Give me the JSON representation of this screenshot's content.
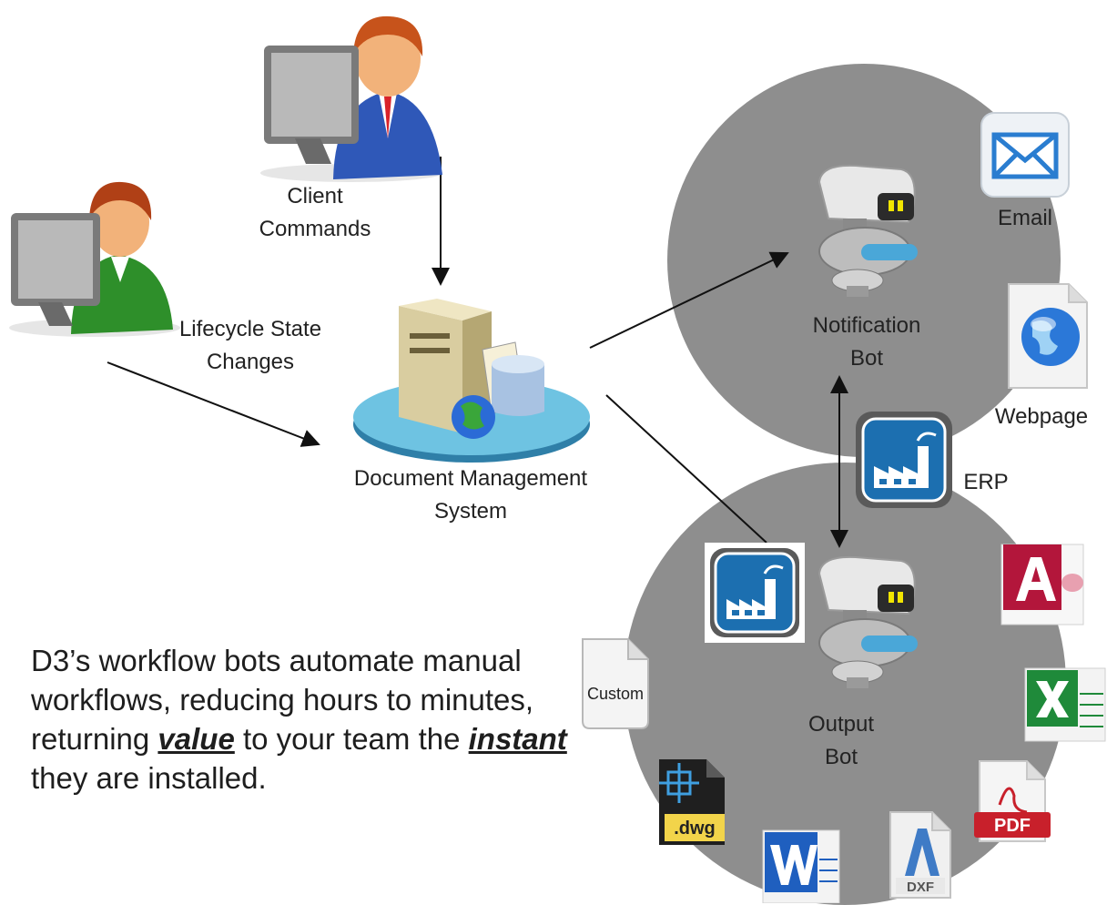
{
  "nodes": {
    "client_commands": [
      "Client",
      "Commands"
    ],
    "lifecycle": [
      "Lifecycle State",
      "Changes"
    ],
    "dms": [
      "Document Management",
      "System"
    ],
    "notification_bot": [
      "Notification",
      "Bot"
    ],
    "output_bot": [
      "Output",
      "Bot"
    ]
  },
  "icons": {
    "email": "Email",
    "webpage": "Webpage",
    "erp": "ERP",
    "custom": "Custom",
    "dwg": ".dwg",
    "pdf": "PDF",
    "dxf": "DXF"
  },
  "tagline": {
    "part1": "D3’s workflow bots automate manual workflows, reducing hours to minutes, returning ",
    "em1": "value",
    "part2": " to your team the ",
    "em2": "instant",
    "part3": " they are installed."
  },
  "colors": {
    "circle": "#8e8e8e",
    "factory_blue": "#1c6fb0",
    "pdf_red": "#c8202b",
    "excel_green": "#1f8a3a",
    "word_blue": "#1f5fbf",
    "access_red": "#b3163b"
  }
}
